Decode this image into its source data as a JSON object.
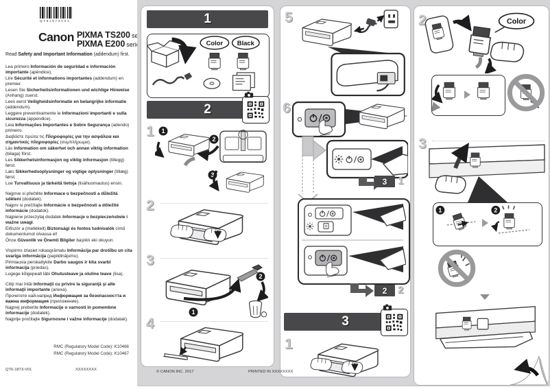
{
  "colors": {
    "banner_bg": "#48484b",
    "page_bg": "#d5d5d7",
    "panel_bg": "#ffffff",
    "line_art": "#3b3b3d",
    "muted_number": "#c9c9cc"
  },
  "header": {
    "barcode_text": "QT61873V01",
    "brand": "Canon",
    "products": [
      {
        "brand_model": "PIXMA",
        "model": "TS200",
        "suffix": "series"
      },
      {
        "brand_model": "PIXMA",
        "model": "E200",
        "suffix": "series"
      }
    ],
    "read_first": [
      {
        "t": "Read "
      },
      {
        "t": "Safety and Important Information",
        "b": true
      },
      {
        "t": " (addendum) first."
      }
    ]
  },
  "languages": [
    {
      "lines": [
        [
          {
            "t": "Lea primero "
          },
          {
            "t": "Información de seguridad e información importante",
            "b": true
          },
          {
            "t": " (apéndice)."
          }
        ],
        [
          {
            "t": "Lire "
          },
          {
            "t": "Sécurité et informations importantes",
            "b": true
          },
          {
            "t": " (addendum) en premier."
          }
        ],
        [
          {
            "t": "Lesen Sie "
          },
          {
            "t": "Sicherheitsinformationen und wichtige Hinweise",
            "b": true
          },
          {
            "t": " (Anhang) zuerst."
          }
        ],
        [
          {
            "t": "Lees eerst "
          },
          {
            "t": "Veiligheidsinformatie en belangrijke informatie",
            "b": true
          },
          {
            "t": " (addendum)."
          }
        ],
        [
          {
            "t": "Leggere preventivamente le "
          },
          {
            "t": "Informazioni importanti e sulla sicurezza",
            "b": true
          },
          {
            "t": " (appendice)."
          }
        ],
        [
          {
            "t": "Leia "
          },
          {
            "t": "Informações Importantes e Sobre Segurança",
            "b": true
          },
          {
            "t": " (adendo) primeiro."
          }
        ],
        [
          {
            "t": "Διαβάστε πρώτα τις "
          },
          {
            "t": "Πληροφορίες για την ασφάλεια και σημαντικές πληροφορίες",
            "b": true
          },
          {
            "t": " (συμπλήρωμα)."
          }
        ],
        [
          {
            "t": "Läs "
          },
          {
            "t": "Information om säkerhet och annan viktig information",
            "b": true
          },
          {
            "t": " (bilaga) först."
          }
        ],
        [
          {
            "t": "Les "
          },
          {
            "t": "Sikkerhetsinformasjon og viktig informasjon",
            "b": true
          },
          {
            "t": " (tillegg) først."
          }
        ],
        [
          {
            "t": "Læs "
          },
          {
            "t": "Sikkerhedsoplysninger og vigtige oplysninger",
            "b": true
          },
          {
            "t": " (tillæg) først."
          }
        ],
        [
          {
            "t": "Lue "
          },
          {
            "t": "Turvallisuus ja tärkeitä tietoja",
            "b": true
          },
          {
            "t": " (lisähuomautus) ensin."
          }
        ]
      ]
    },
    {
      "lines": [
        [
          {
            "t": "Nejprve si přečtěte "
          },
          {
            "t": "Informace o bezpečnosti a důležitá sdělení",
            "b": true
          },
          {
            "t": " (dodatek)."
          }
        ],
        [
          {
            "t": "Najprv si prečítajte "
          },
          {
            "t": "Informácie o bezpečnosti a dôležité informácie",
            "b": true
          },
          {
            "t": " (dodatok)."
          }
        ],
        [
          {
            "t": "Najpierw przeczytaj dodatek "
          },
          {
            "t": "Informacje o bezpieczeństwie i ważne uwagi",
            "b": true
          },
          {
            "t": "."
          }
        ],
        [
          {
            "t": "Először a (mellékelt) "
          },
          {
            "t": "Biztonsági és fontos tudnivalók",
            "b": true
          },
          {
            "t": " című dokumentumot olvassa el!"
          }
        ],
        [
          {
            "t": "Önce "
          },
          {
            "t": "Güvenlik ve Önemli Bilgiler",
            "b": true
          },
          {
            "t": " başlıklı eki okuyun."
          }
        ]
      ]
    },
    {
      "lines": [
        [
          {
            "t": "Vispirms izlasiet rokasgrāmatu "
          },
          {
            "t": "Informācija par drošību un cita svarīga informācija",
            "b": true
          },
          {
            "t": " (papildinājumu)."
          }
        ],
        [
          {
            "t": "Pirmiausia perskaitykite "
          },
          {
            "t": "Darbo saugos ir kita svarbi informacija",
            "b": true
          },
          {
            "t": " (priedas)."
          }
        ],
        [
          {
            "t": "Lugege kõigepealt läbi "
          },
          {
            "t": "Ohutusteave ja oluline teave",
            "b": true
          },
          {
            "t": " (lisa)."
          }
        ]
      ]
    },
    {
      "lines": [
        [
          {
            "t": "Citiţi mai întâi "
          },
          {
            "t": "Informaţii cu privire la siguranţă şi alte informaţii importante",
            "b": true
          },
          {
            "t": " (anexa)."
          }
        ],
        [
          {
            "t": "Прочетете най-напред "
          },
          {
            "t": "Информация за безопасността и важна информация",
            "b": true
          },
          {
            "t": " (приложение)."
          }
        ],
        [
          {
            "t": "Najprej preberite "
          },
          {
            "t": "Informacije o varnosti in pomembne informacije",
            "b": true
          },
          {
            "t": " (dodatek)."
          }
        ],
        [
          {
            "t": "Najprije pročitajte "
          },
          {
            "t": "Sigurnosne i važne informacije",
            "b": true
          },
          {
            "t": " (dodatak)."
          }
        ]
      ]
    }
  ],
  "regulatory": {
    "rmc1": "RMC (Regulatory Model Code): K10466",
    "rmc2": "RMC (Regulatory Model Code): K10467"
  },
  "footer": {
    "doc_code": "QT6-1873-V01",
    "placeholder": "XXXXXXXX",
    "copyright": "© CANON INC. 2017",
    "printed_in": "PRINTED IN XXXXXXXX"
  },
  "steps": {
    "banner1": "1",
    "banner2": "2",
    "banner3": "3",
    "a_steps": [
      "1",
      "2",
      "3",
      "4"
    ],
    "b_step5": "5",
    "b_step6": "6",
    "b_step1": "1",
    "c_step2": "2",
    "c_step3": "3",
    "chip_3": "3",
    "chip_3_sub": "1",
    "chip_2": "2",
    "chip_2_sub": "2",
    "marks": {
      "m1": "1",
      "m2": "2",
      "m3": "3"
    }
  },
  "labels": {
    "color": "Color",
    "black": "Black",
    "color_install": "Color"
  }
}
